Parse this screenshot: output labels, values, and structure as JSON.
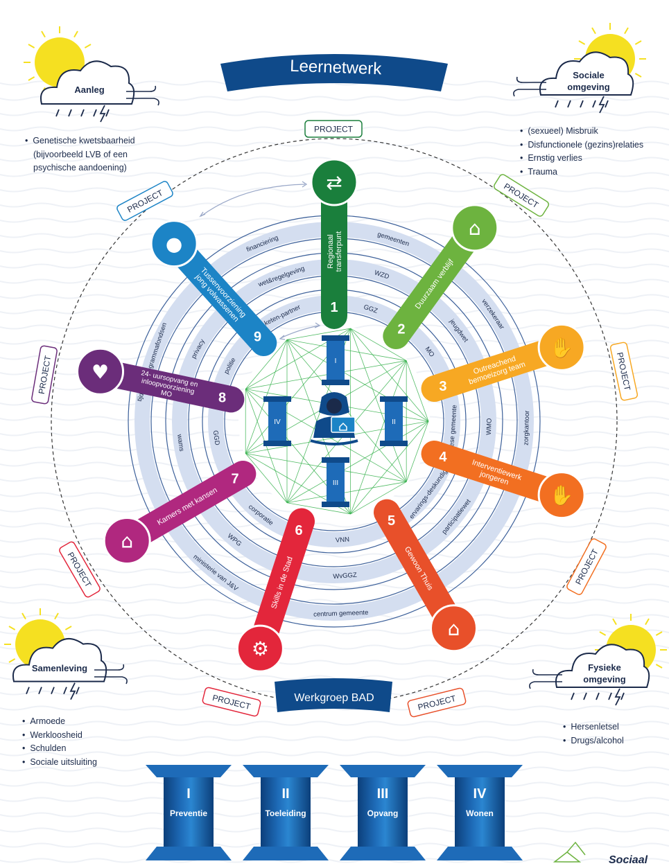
{
  "title": "Leernetwerk",
  "footer_title": "Werkgroep BAD",
  "project_label": "PROJECT",
  "logo_text": "Sociaal",
  "weather": [
    {
      "label": "Aanleg",
      "items": [
        "Genetische kwetsbaarheid (bijvoorbeeld LVB of een psychische aandoening)"
      ]
    },
    {
      "label_lines": [
        "Sociale",
        "omgeving"
      ],
      "items": [
        "(sexueel) Misbruik",
        "Disfunctionele (gezins)relaties",
        "Ernstig verlies",
        "Trauma"
      ]
    },
    {
      "label": "Samenleving",
      "items": [
        "Armoede",
        "Werkloosheid",
        "Schulden",
        "Sociale uitsluiting"
      ]
    },
    {
      "label_lines": [
        "Fysieke",
        "omgeving"
      ],
      "items": [
        "Hersenletsel",
        "Drugs/alcohol"
      ]
    }
  ],
  "spokes": [
    {
      "num": "1",
      "lines": [
        "Regionaal",
        "transferpunt"
      ],
      "color": "#1a7f3c",
      "icon": "arrows-exchange-icon"
    },
    {
      "num": "2",
      "lines": [
        "Duurzaam verblijf"
      ],
      "color": "#6db33f",
      "icon": "shield-house-icon"
    },
    {
      "num": "3",
      "lines": [
        "Outreachend",
        "bemoeizorg team"
      ],
      "color": "#f7a823",
      "icon": "handshake-icon"
    },
    {
      "num": "4",
      "lines": [
        "Interventiewerk",
        "jongeren"
      ],
      "color": "#f26f21",
      "icon": "helping-hands-icon"
    },
    {
      "num": "5",
      "lines": [
        "Gewoon Thuis"
      ],
      "color": "#e8502a",
      "icon": "home-person-icon"
    },
    {
      "num": "6",
      "lines": [
        "Skills in de Stad"
      ],
      "color": "#e3263b",
      "icon": "gear-person-icon"
    },
    {
      "num": "7",
      "lines": [
        "Kamers met kansen"
      ],
      "color": "#b0287f",
      "icon": "house-hand-icon"
    },
    {
      "num": "8",
      "lines": [
        "24- uursopvang en",
        "inloopvoorziening",
        "MO"
      ],
      "color": "#6b2d7a",
      "icon": "care-hand-icon"
    },
    {
      "num": "9",
      "lines": [
        "Tussenvoorziening",
        "jong volwassenen"
      ],
      "color": "#1c84c6",
      "icon": "person-icon"
    }
  ],
  "ring_labels": {
    "inner": [
      "keten-partner",
      "GGZ",
      "MO",
      "Friese gemeente",
      "ervarings-deskundigen",
      "VNN",
      "corporatie",
      "GGD",
      "politie"
    ],
    "middle": [
      "wet&regelgeving",
      "WZD",
      "jeugdwet",
      "WMO",
      "participatiewet",
      "WvGGZ",
      "WPG",
      "wams",
      "privacy"
    ],
    "outer": [
      "financiering",
      "gemeenten",
      "verzekeraar",
      "zorgkantoor",
      "centrum gemeente",
      "ministerie van J&V",
      "tijdelijke programmafondsen"
    ]
  },
  "center_pillars": [
    "I",
    "II",
    "III",
    "IV"
  ],
  "pillars": [
    {
      "num": "I",
      "label": "Preventie"
    },
    {
      "num": "II",
      "label": "Toeleiding"
    },
    {
      "num": "III",
      "label": "Opvang"
    },
    {
      "num": "IV",
      "label": "Wonen"
    }
  ],
  "colors": {
    "navy": "#0f4a8a",
    "ring": "#d4def0",
    "network": "#33b04a",
    "sun": "#f5e021"
  }
}
